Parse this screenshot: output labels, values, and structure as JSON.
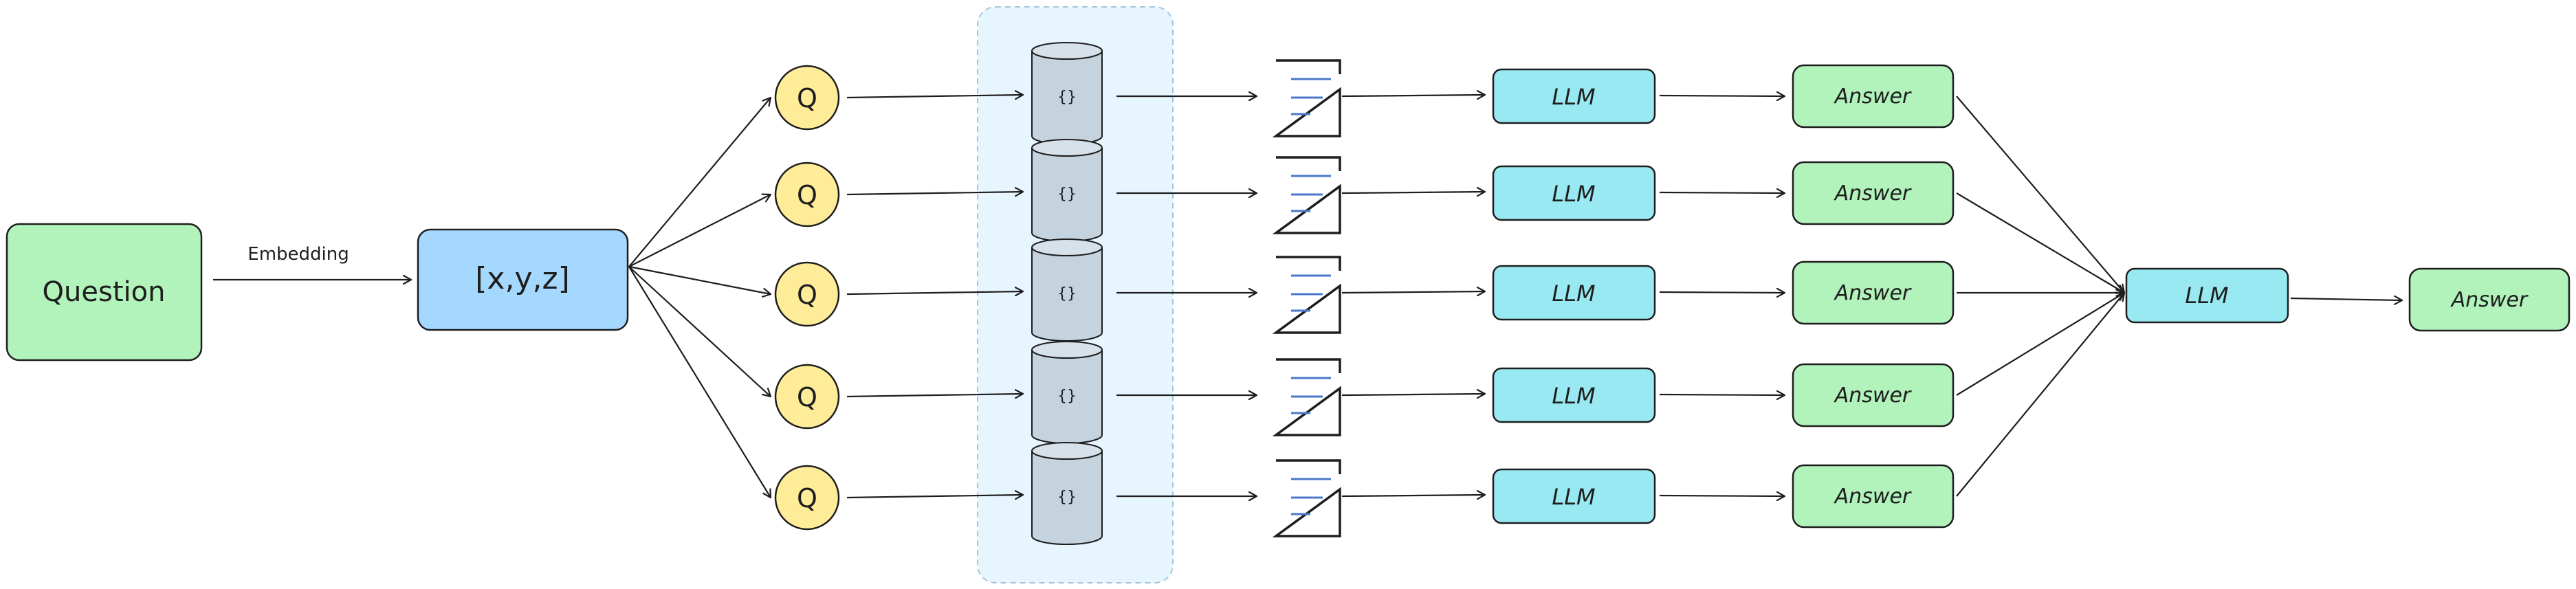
{
  "question": {
    "label": "Question",
    "color": "#b2f2bb"
  },
  "embedding_label": "Embedding",
  "vector": {
    "label": "[x,y,z]",
    "color": "#a5d8ff"
  },
  "query_label": "Q",
  "query_color": "#ffec99",
  "llm_label": "LLM",
  "llm_color": "#99e9f2",
  "answer_label": "Answer",
  "answer_color": "#b2f2bb",
  "store_region_color": "#e7f5ff",
  "database_color": "#c5d3df",
  "database_glyph": "{}",
  "document_line_color": "#4a78c8",
  "icons": [
    "database-icon",
    "document-icon"
  ],
  "branches": [
    {
      "query": "Q",
      "llm": "LLM",
      "answer": "Answer"
    },
    {
      "query": "Q",
      "llm": "LLM",
      "answer": "Answer"
    },
    {
      "query": "Q",
      "llm": "LLM",
      "answer": "Answer"
    },
    {
      "query": "Q",
      "llm": "LLM",
      "answer": "Answer"
    },
    {
      "query": "Q",
      "llm": "LLM",
      "answer": "Answer"
    }
  ],
  "final_llm": {
    "label": "LLM"
  },
  "final_answer": {
    "label": "Answer"
  }
}
